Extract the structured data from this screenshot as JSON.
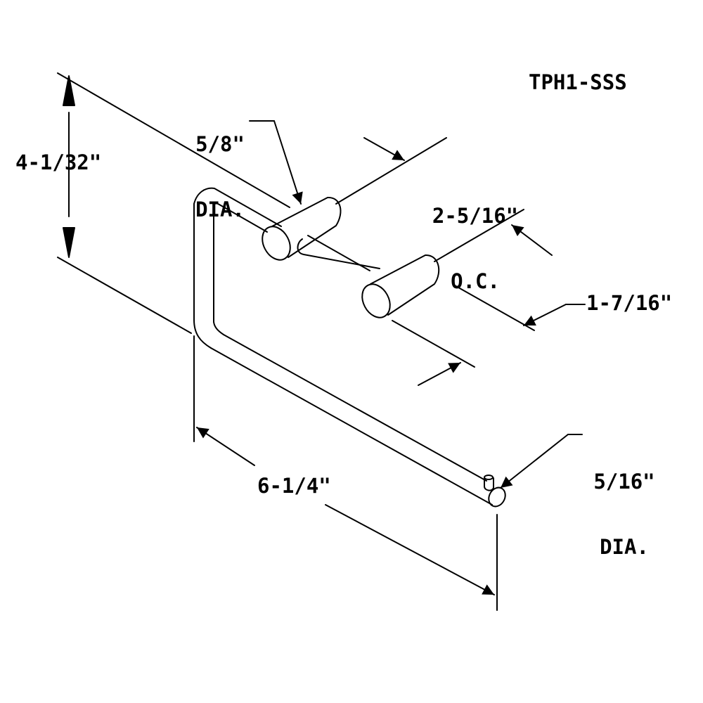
{
  "model": "TPH1-SSS",
  "dimensions": {
    "height_overall": "4-1/32\"",
    "post_dia_line1": "5/8\"",
    "post_dia_line2": "DIA.",
    "post_spacing_line1": "2-5/16\"",
    "post_spacing_line2": "O.C.",
    "projection": "1-7/16\"",
    "rod_dia_line1": "5/16\"",
    "rod_dia_line2": "DIA.",
    "width_overall": "6-1/4\""
  }
}
